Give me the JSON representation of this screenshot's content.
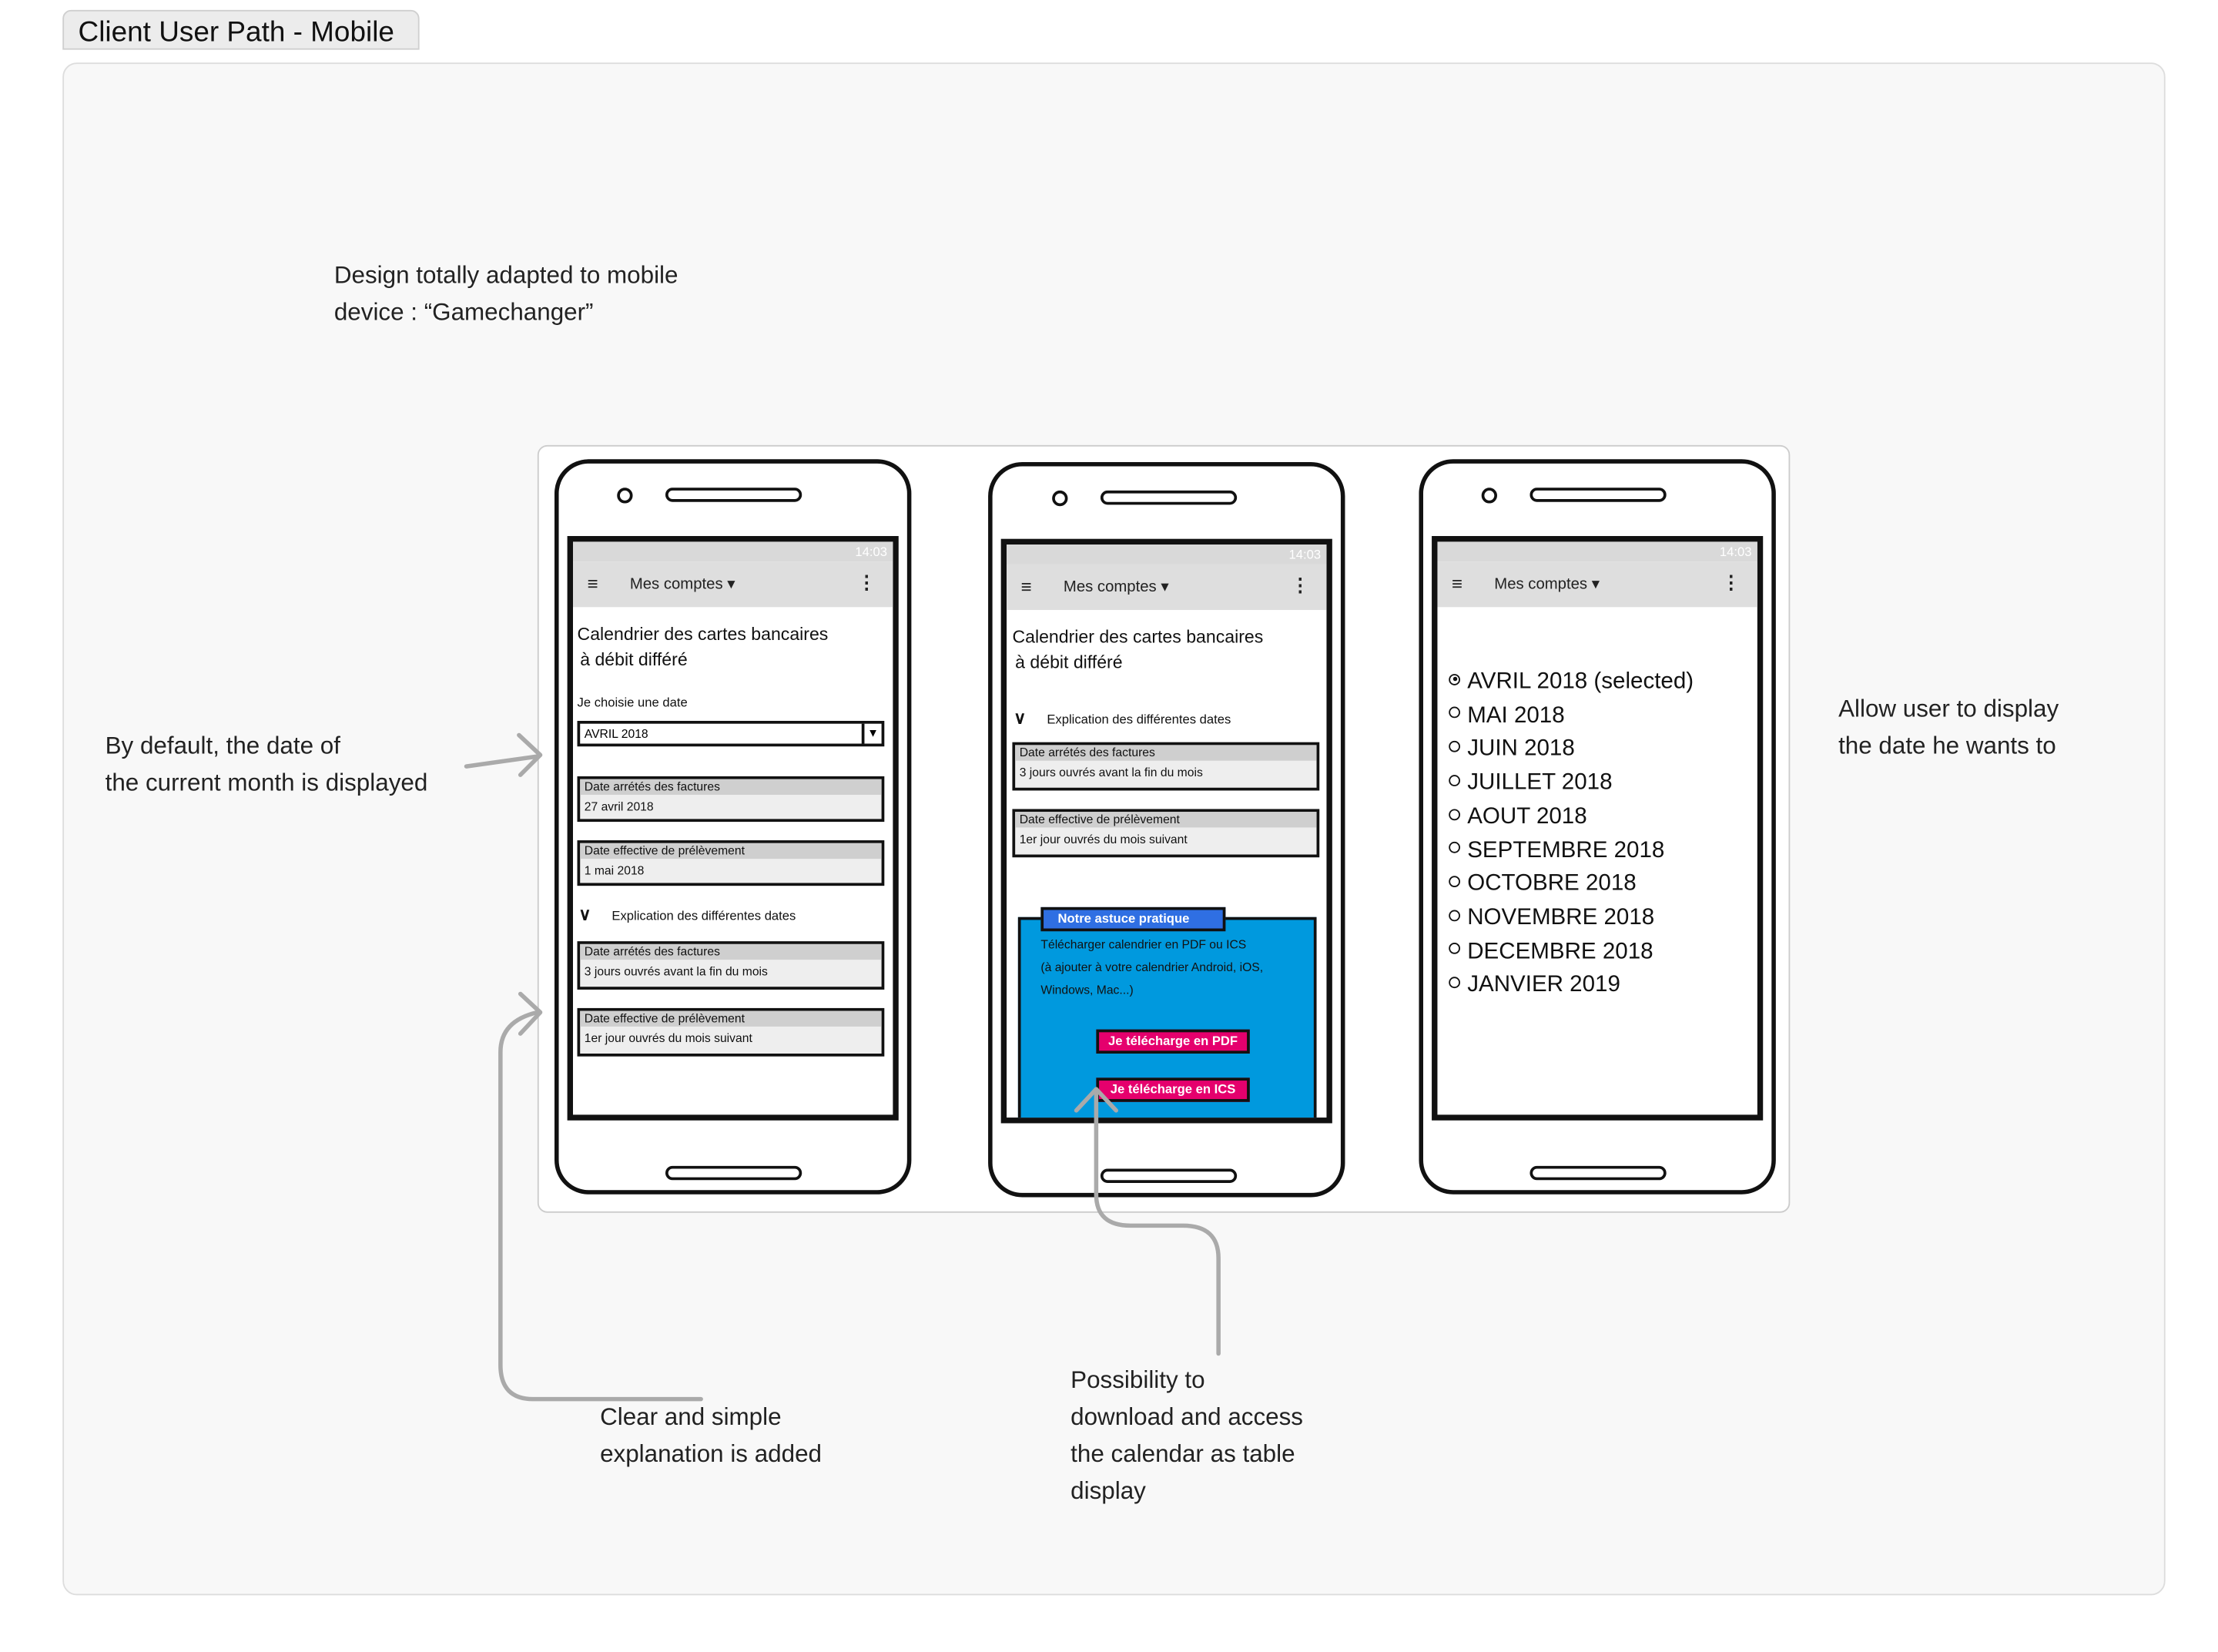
{
  "tab_title": "Client User Path - Mobile",
  "notes": {
    "design_line1": "Design totally adapted to mobile",
    "design_line2": "device : “Gamechanger”",
    "default_line1": "By default, the date of",
    "default_line2": "the current month is displayed",
    "allow_line1": "Allow user to display",
    "allow_line2": "the date he wants to",
    "clear_line1": "Clear and simple",
    "clear_line2": "explanation is added",
    "possibility_lines": [
      "Possibility to",
      "download and access",
      "the calendar as table",
      "display"
    ]
  },
  "phone_common": {
    "status_time": "14:03",
    "appbar_title": "Mes comptes ▾",
    "menu_icon": "hamburger-icon",
    "more_icon": "kebab-icon"
  },
  "phone1": {
    "title_line1": "Calendrier des cartes bancaires",
    "title_line2": "à débit différé",
    "date_label": "Je choisie une date",
    "date_value": "AVRIL 2018",
    "fields": [
      {
        "heading": "Date arrétés des factures",
        "value": "27 avril 2018"
      },
      {
        "heading": "Date effective de prélèvement",
        "value": "1 mai 2018"
      }
    ],
    "explanation_label": "Explication des différentes dates",
    "explanation_fields": [
      {
        "heading": "Date arrétés des factures",
        "value": "3 jours ouvrés avant la fin du mois"
      },
      {
        "heading": "Date effective de prélèvement",
        "value": "1er jour ouvrés du mois suivant"
      }
    ]
  },
  "phone2": {
    "title_line1": "Calendrier des cartes bancaires",
    "title_line2": "à débit différé",
    "explanation_label": "Explication des différentes dates",
    "explanation_fields": [
      {
        "heading": "Date arrétés des factures",
        "value": "3 jours ouvrés avant la fin du mois"
      },
      {
        "heading": "Date effective de prélèvement",
        "value": "1er jour ouvrés du mois suivant"
      }
    ],
    "tip_title": "Notre astuce pratique",
    "tip_lines": [
      "Télécharger calendrier en PDF ou ICS",
      "(à ajouter à votre calendrier Android, iOS,",
      "Windows, Mac...)"
    ],
    "pdf_button": "Je télécharge en PDF",
    "ics_button": "Je télécharge en ICS"
  },
  "phone3": {
    "options": [
      {
        "label": "AVRIL 2018 (selected)",
        "selected": true
      },
      {
        "label": "MAI 2018",
        "selected": false
      },
      {
        "label": "JUIN 2018",
        "selected": false
      },
      {
        "label": "JUILLET 2018",
        "selected": false
      },
      {
        "label": "AOUT 2018",
        "selected": false
      },
      {
        "label": "SEPTEMBRE 2018",
        "selected": false
      },
      {
        "label": "OCTOBRE 2018",
        "selected": false
      },
      {
        "label": "NOVEMBRE 2018",
        "selected": false
      },
      {
        "label": "DECEMBRE 2018",
        "selected": false
      },
      {
        "label": "JANVIER 2019",
        "selected": false
      }
    ]
  },
  "colors": {
    "tip_blue": "#0099de",
    "tip_tab": "#2f6fe3",
    "button_pink": "#e5006d",
    "arrow_gray": "#aaaaaa"
  }
}
